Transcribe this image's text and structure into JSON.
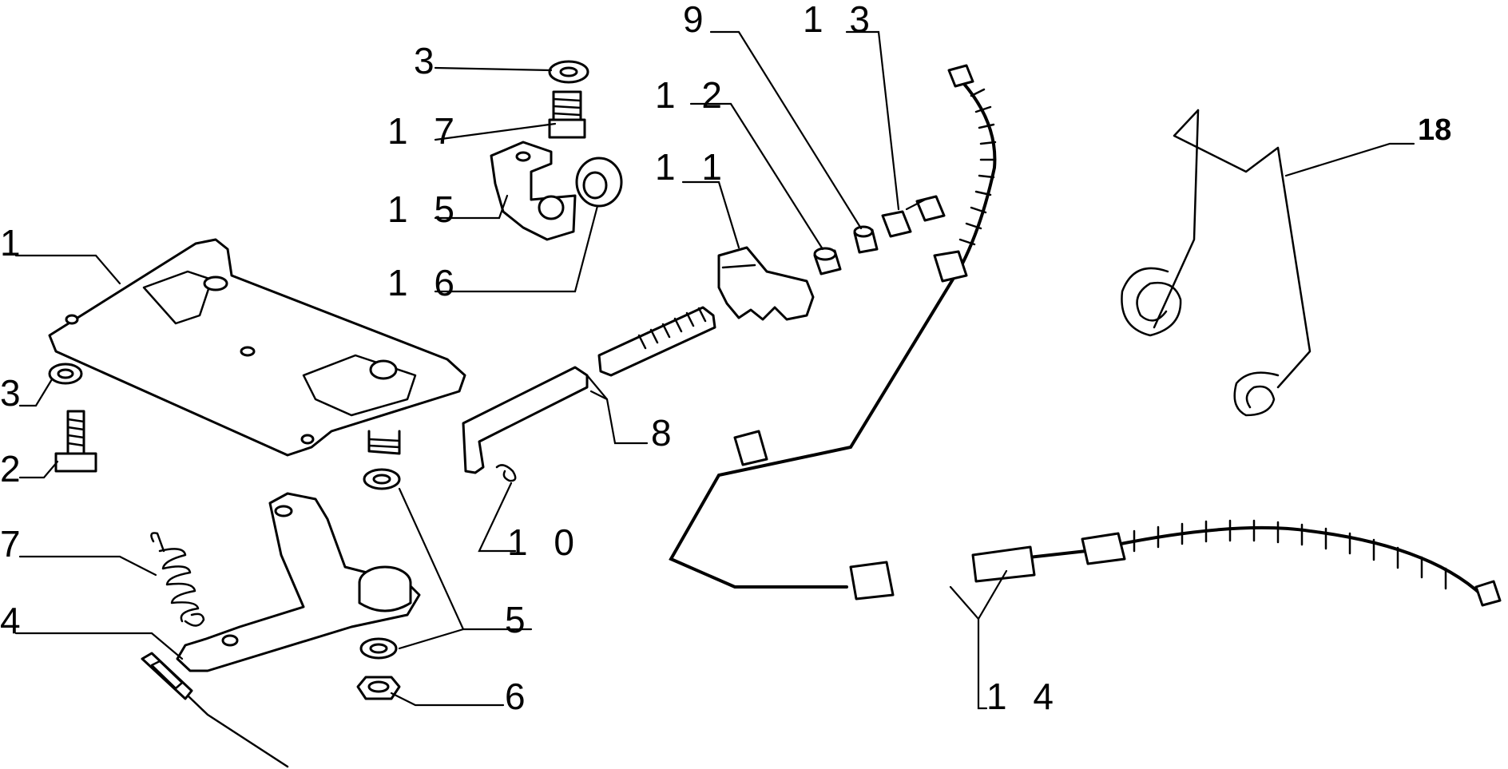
{
  "diagram": {
    "callouts": {
      "c1": "1",
      "c2": "2",
      "c3a": "3",
      "c3b": "3",
      "c4": "4",
      "c5": "5",
      "c6": "6",
      "c7": "7",
      "c8": "8",
      "c9": "9",
      "c10": "1 0",
      "c11": "1 1",
      "c12": "1 2",
      "c13": "1 3",
      "c14": "1 4",
      "c15": "1 5",
      "c16": "1 6",
      "c17": "1 7",
      "c18": "18"
    }
  }
}
